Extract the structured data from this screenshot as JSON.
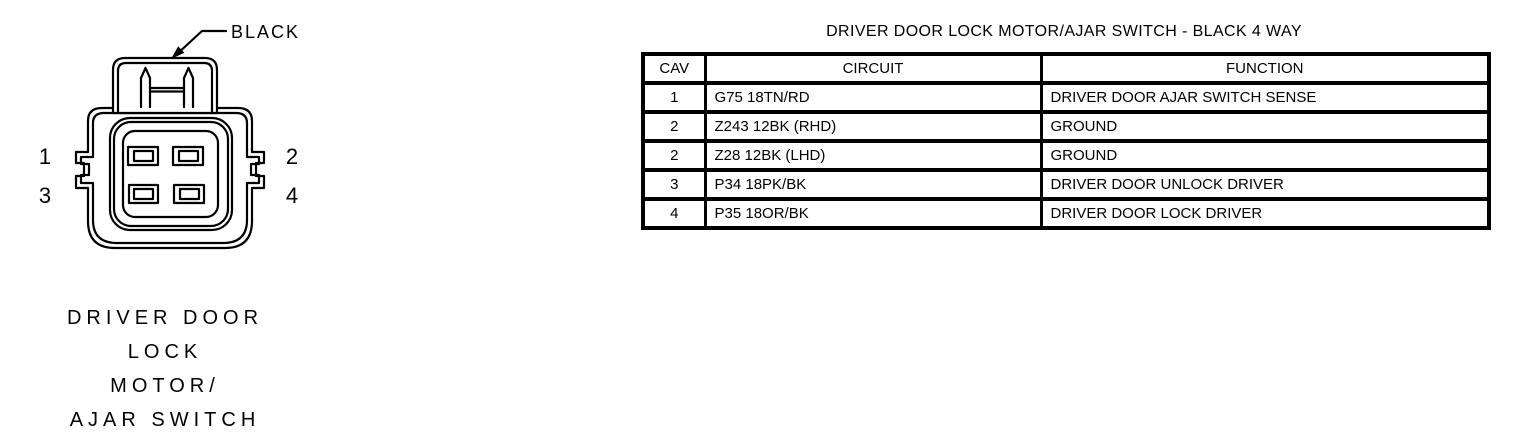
{
  "colors": {
    "ink": "#000000",
    "paper": "#ffffff"
  },
  "connector": {
    "color_label": "BLACK",
    "pin_labels": {
      "pin1": "1",
      "pin2": "2",
      "pin3": "3",
      "pin4": "4"
    },
    "caption_lines": [
      "DRIVER DOOR",
      "LOCK",
      "MOTOR/",
      "AJAR SWITCH"
    ]
  },
  "pinout_table": {
    "title": "DRIVER DOOR LOCK MOTOR/AJAR SWITCH - BLACK 4 WAY",
    "headers": [
      "CAV",
      "CIRCUIT",
      "FUNCTION"
    ],
    "rows": [
      [
        "1",
        "G75 18TN/RD",
        "DRIVER DOOR AJAR SWITCH SENSE"
      ],
      [
        "2",
        "Z243 12BK (RHD)",
        "GROUND"
      ],
      [
        "2",
        "Z28 12BK (LHD)",
        "GROUND"
      ],
      [
        "3",
        "P34 18PK/BK",
        "DRIVER DOOR UNLOCK DRIVER"
      ],
      [
        "4",
        "P35 18OR/BK",
        "DRIVER DOOR LOCK DRIVER"
      ]
    ]
  }
}
